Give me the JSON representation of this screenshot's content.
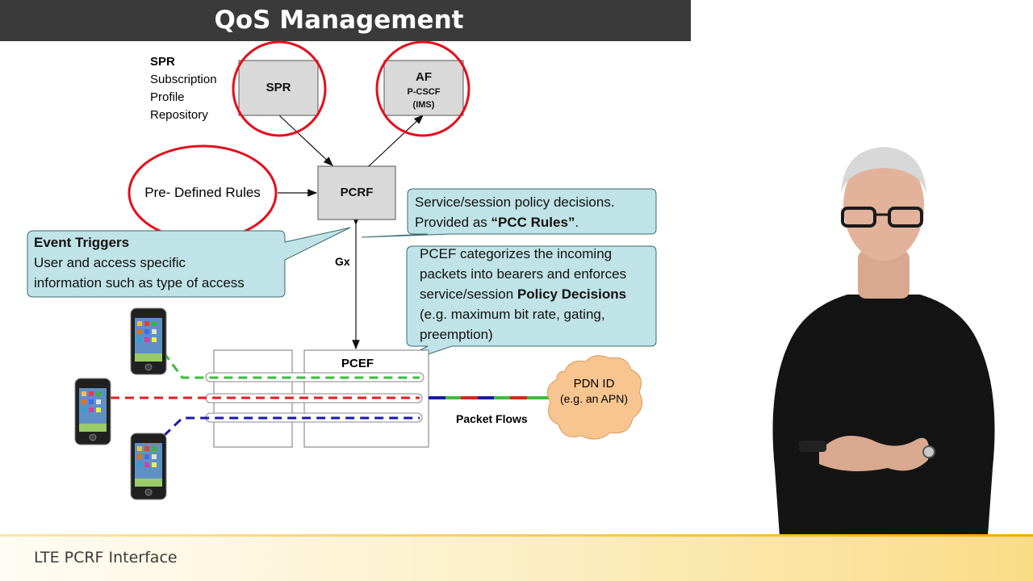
{
  "header": {
    "title": "QoS Management"
  },
  "footer": {
    "course_title": "LTE PCRF Interface"
  },
  "diagram": {
    "spr_legend": {
      "heading": "SPR",
      "lines": [
        "Subscription",
        "Profile",
        "Repository"
      ]
    },
    "spr_box": {
      "label": "SPR"
    },
    "af_box": {
      "label": "AF",
      "sub1": "P-CSCF",
      "sub2": "(IMS)"
    },
    "pcrf_box": {
      "label": "PCRF"
    },
    "rules_ellipse": {
      "label": "Pre- Defined Rules"
    },
    "gx_label": "Gx",
    "pcef_label": "PCEF",
    "pdn_cloud": {
      "line1": "PDN ID",
      "line2": "(e.g. an APN)"
    },
    "packet_flows_label": "Packet Flows",
    "callout_service": {
      "line1": "Service/session policy decisions.",
      "line2_prefix": "Provided as ",
      "line2_bold": "“PCC Rules”",
      "line2_suffix": "."
    },
    "callout_events": {
      "heading": "Event Triggers",
      "line1": "User and access specific",
      "line2": "information such as type of access"
    },
    "callout_pcef": {
      "line1": "PCEF categorizes  the incoming",
      "line2": "packets into bearers and enforces",
      "line3_prefix": "service/session ",
      "line3_bold": "Policy Decisions",
      "line4": "(e.g. maximum bit rate, gating,",
      "line5": "preemption)"
    },
    "colors": {
      "highlight_ring": "#e3101c",
      "callout_fill": "#bfe3e6",
      "box_fill": "#d9d9d9",
      "flow_green": "#3dbb3d",
      "flow_red": "#e02020",
      "flow_blue": "#1a1aa8",
      "cloud_fill": "#f8c590"
    }
  }
}
